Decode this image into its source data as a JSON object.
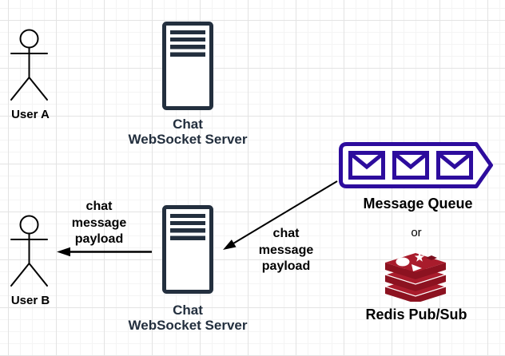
{
  "diagram_type": "chat-architecture-diagram",
  "nodes": {
    "user_a": {
      "label": "User A",
      "icon": "stick-figure-icon"
    },
    "chat_server_top": {
      "label_line1": "Chat",
      "label_line2": "WebSocket Server",
      "icon": "server-icon"
    },
    "message_queue": {
      "label": "Message Queue",
      "icon": "message-queue-icon"
    },
    "alternative": {
      "label": "or"
    },
    "redis": {
      "label": "Redis Pub/Sub",
      "icon": "redis-icon"
    },
    "user_b": {
      "label": "User B",
      "icon": "stick-figure-icon"
    },
    "chat_server_bottom": {
      "label_line1": "Chat",
      "label_line2": "WebSocket Server",
      "icon": "server-icon"
    }
  },
  "edges": {
    "queue_to_server": {
      "from": "message_queue",
      "to": "chat_server_bottom",
      "label_lines": [
        "chat",
        "message",
        "payload"
      ]
    },
    "server_to_user_b": {
      "from": "chat_server_bottom",
      "to": "user_b",
      "label_lines": [
        "chat",
        "message",
        "payload"
      ]
    }
  },
  "colors": {
    "background": "#ffffff",
    "grid_minor": "#f4f4f4",
    "grid_major": "#e3e3e3",
    "server_icon": "#232F3E",
    "server_fill": "#ffffff",
    "message_queue_icon": "#2D0C9D",
    "message_queue_fill": "#ffffff",
    "redis_red": "#A91C2C",
    "redis_red_dark": "#8C1220",
    "redis_red_deep": "#7A0F1E",
    "redis_white": "#ffffff",
    "figure_stroke": "#000000",
    "arrow": "#000000",
    "label_text": "#000000",
    "server_label_text": "#232F3E"
  }
}
